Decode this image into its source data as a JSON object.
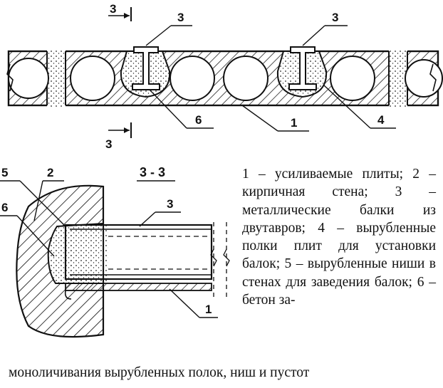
{
  "top_view": {
    "labels": {
      "beam_left": "3",
      "beam_right": "3",
      "concrete": "6",
      "slab": "1",
      "shelf": "4",
      "section_top": "3",
      "section_bottom": "3"
    }
  },
  "section_view": {
    "title": "3 - 3",
    "labels": {
      "niche": "5",
      "wall": "2",
      "concrete": "6",
      "beam": "3",
      "slab": "1"
    }
  },
  "legend": {
    "text": "1 – усиливаемые плиты; 2 – кирпичная стена; 3 – металлические балки из двутавров; 4 – вырубленные полки плит для установки балок; 5 – вырубленные ниши в стенах для заведения балок; 6 – бетон за-",
    "tail": "моноличивания вырубленных полок, ниш и пустот"
  }
}
